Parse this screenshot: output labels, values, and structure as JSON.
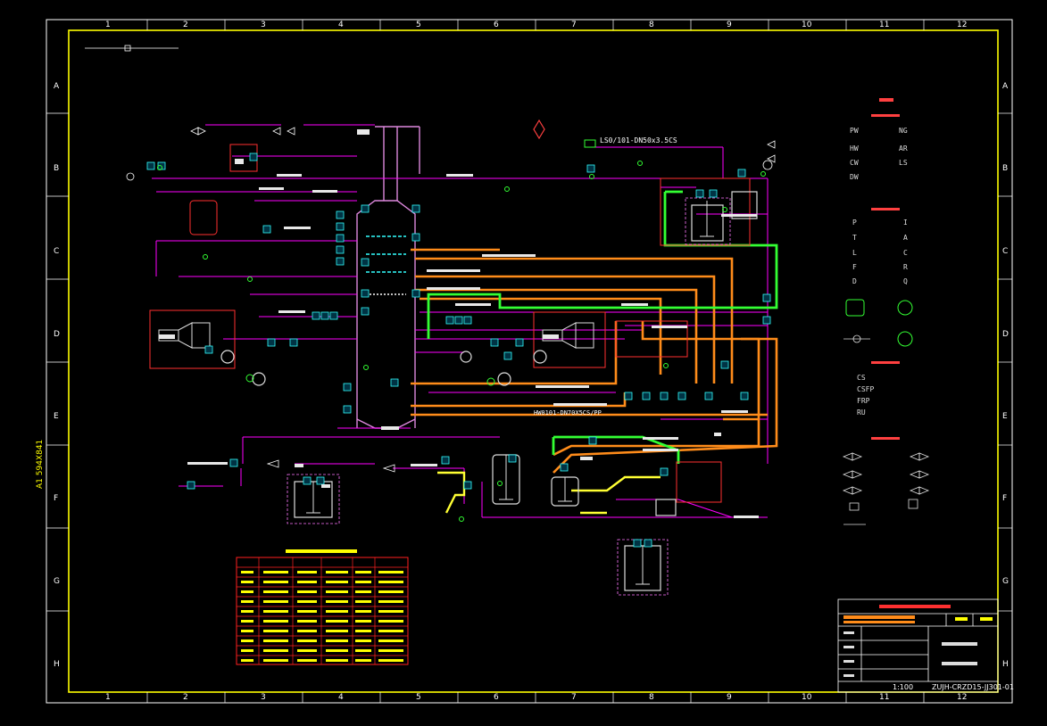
{
  "drawing": {
    "column_numbers": [
      "1",
      "2",
      "3",
      "4",
      "5",
      "6",
      "7",
      "8",
      "9",
      "10",
      "11",
      "12"
    ],
    "row_letters": [
      "A",
      "B",
      "C",
      "D",
      "E",
      "F",
      "G",
      "H"
    ],
    "sheet_size_label": "A1 594X841"
  },
  "process_labels": {
    "line_top_spec": "LS0/101-DN50x3.5CS",
    "line_bottom_spec": "HW0101-DN70X5CS/PP"
  },
  "legend": {
    "media_codes": [
      "PW",
      "NG",
      "HW",
      "AR",
      "CW",
      "LS",
      "DW"
    ],
    "instrument_codes": [
      "P",
      "I",
      "T",
      "A",
      "L",
      "C",
      "F",
      "R",
      "D",
      "Q"
    ],
    "material_codes": [
      "CS",
      "CSFP",
      "FRP",
      "RU"
    ]
  },
  "title_block": {
    "scale": "1:100",
    "drawing_number": "ZUJH-CRZD15-JJ301-01"
  },
  "colors": {
    "frame": "#ffff00",
    "pipe_main": "#ff00ff",
    "pipe_orange": "#ff8c1a",
    "pipe_green": "#33ff33",
    "equipment": "#ff4040",
    "instrument": "#33ffff",
    "vessel_white": "#dddddd",
    "table_red": "#ff2020",
    "text_yellow": "#ffff00"
  }
}
